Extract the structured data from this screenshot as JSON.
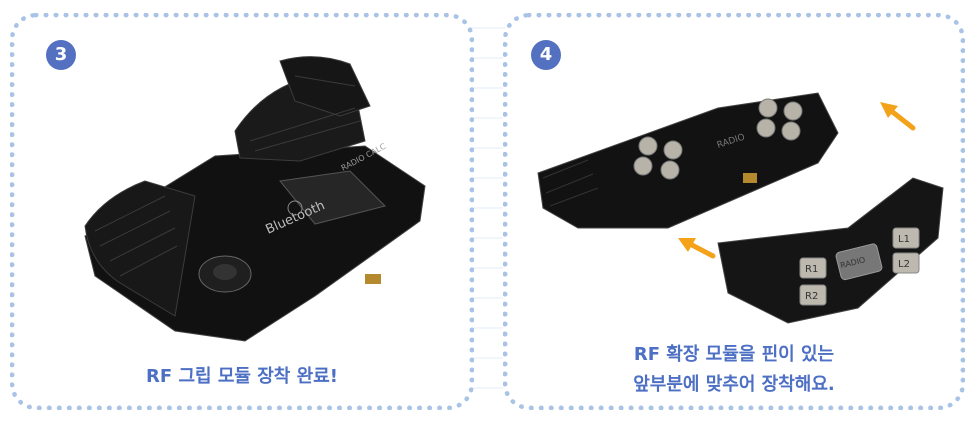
{
  "steps": [
    {
      "number": "3",
      "caption": "RF 그립 모듈 장착 완료!"
    },
    {
      "number": "4",
      "caption_line1": "RF 확장 모듈을 핀이 있는",
      "caption_line2": "앞부분에 맞추어 장착해요."
    }
  ],
  "device_labels": {
    "brand": "RADIO",
    "bluetooth": "Bluetooth",
    "radio_calc": "RADIO CALC",
    "buttons": [
      "R1",
      "R2",
      "L1",
      "L2"
    ]
  },
  "colors": {
    "accent": "#5470c1",
    "caption": "#4d6fc4",
    "dotted_border": "#a9c3e6",
    "arrow": "#f3a21a"
  }
}
